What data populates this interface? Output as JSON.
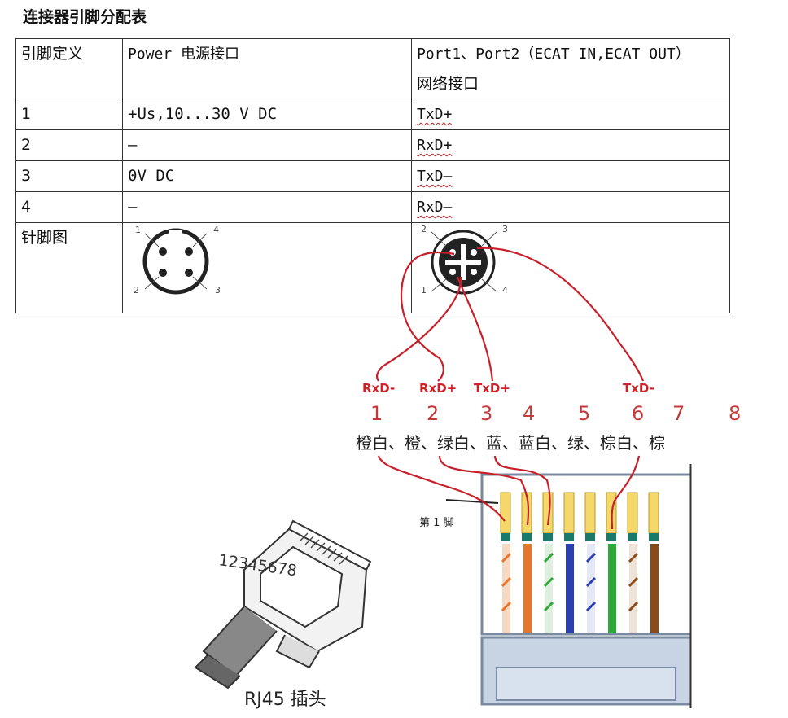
{
  "title": "连接器引脚分配表",
  "table": {
    "headers": [
      "引脚定义",
      "Power 电源接口",
      "Port1、Port2（ECAT IN,ECAT OUT）",
      "网络接口"
    ],
    "rows": [
      {
        "pin": "1",
        "power": "+Us,10...30 V DC",
        "port": "TxD+"
      },
      {
        "pin": "2",
        "power": "–",
        "port": "RxD+"
      },
      {
        "pin": "3",
        "power": "0V DC",
        "port": "TxD–"
      },
      {
        "pin": "4",
        "power": "–",
        "port": "RxD–"
      }
    ],
    "diagram_row_label": "针脚图",
    "power_pin_labels": [
      "1",
      "4",
      "2",
      "3"
    ],
    "port_pin_labels": [
      "2",
      "3",
      "1",
      "4"
    ]
  },
  "wiring": {
    "signal_labels": [
      "RxD-",
      "RxD+",
      "TxD+",
      "TxD-"
    ],
    "pin_numbers": [
      "1",
      "2",
      "3",
      "4",
      "5",
      "6",
      "7",
      "8"
    ],
    "color_codes": "橙白、橙、绿白、蓝、蓝白、绿、棕白、棕",
    "pin1_label": "第 1 脚",
    "plug_digits": "12345678",
    "plug_caption": "RJ45 插头"
  },
  "colors": {
    "wire_red": "#c8202a",
    "orange": "#e8762a",
    "green": "#2fa83a",
    "blue": "#2b3fb0",
    "brown": "#8a4a1a",
    "connector_frame": "#7a8aa0"
  }
}
